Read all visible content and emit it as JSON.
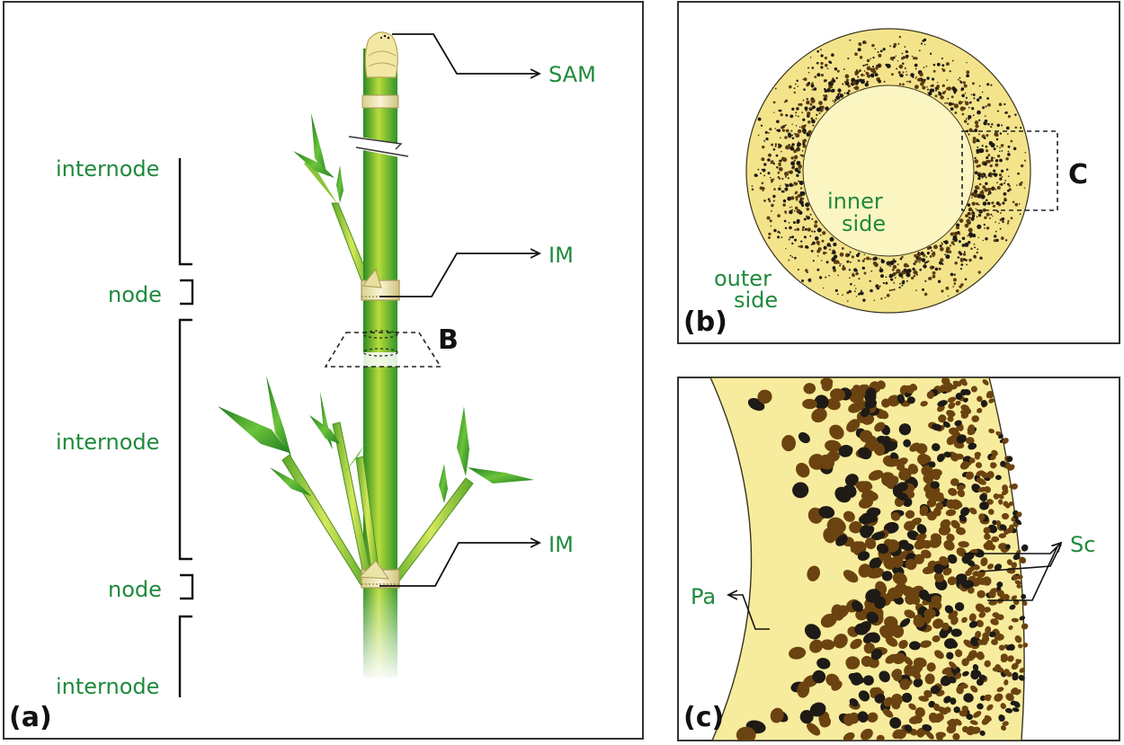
{
  "colors": {
    "label_green": "#1f8a3c",
    "culm_green": "#3aa12c",
    "node_beige": "#f1e8b4",
    "tissue_yellow": "#f7ec9d",
    "fiber_brown": "#6b4310",
    "vascular_dark": "#1e1a16"
  },
  "panel_a": {
    "tag": "(a)",
    "labels": {
      "internode_top": "internode",
      "node_top": "node",
      "internode_mid": "internode",
      "node_bottom": "node",
      "internode_bottom": "internode",
      "sam": "SAM",
      "im_top": "IM",
      "im_bottom": "IM",
      "section_b": "B"
    }
  },
  "panel_b": {
    "tag": "(b)",
    "labels": {
      "inner_1": "inner",
      "inner_2": "side",
      "outer_1": "outer",
      "outer_2": "side",
      "section_c": "C"
    }
  },
  "panel_c": {
    "tag": "(c)",
    "labels": {
      "pa": "Pa",
      "sc": "Sc"
    }
  }
}
